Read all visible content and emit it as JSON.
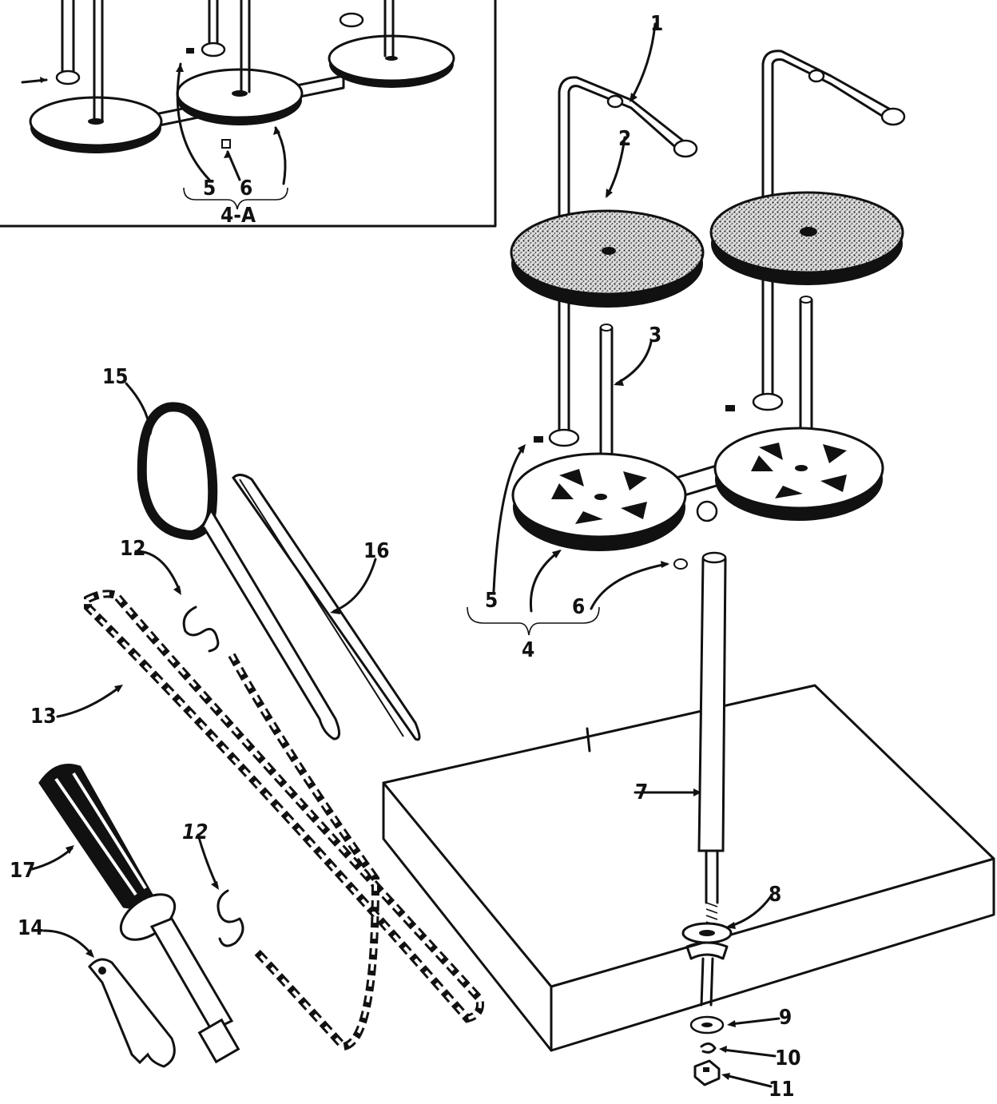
{
  "labels": {
    "l1": "1",
    "l2": "2",
    "l3": "3",
    "l4": "4",
    "l4a": "4-A",
    "l5": "5",
    "l5b": "5",
    "l6": "6",
    "l6b": "6",
    "l7": "7",
    "l8": "8",
    "l9": "9",
    "l10": "10",
    "l11": "11",
    "l12": "12",
    "l12b": "12",
    "l13": "13",
    "l14": "14",
    "l15": "15",
    "l16": "16",
    "l17": "17"
  },
  "colors": {
    "ink": "#111111",
    "paper": "#ffffff",
    "felt": "#2a2a2a"
  }
}
